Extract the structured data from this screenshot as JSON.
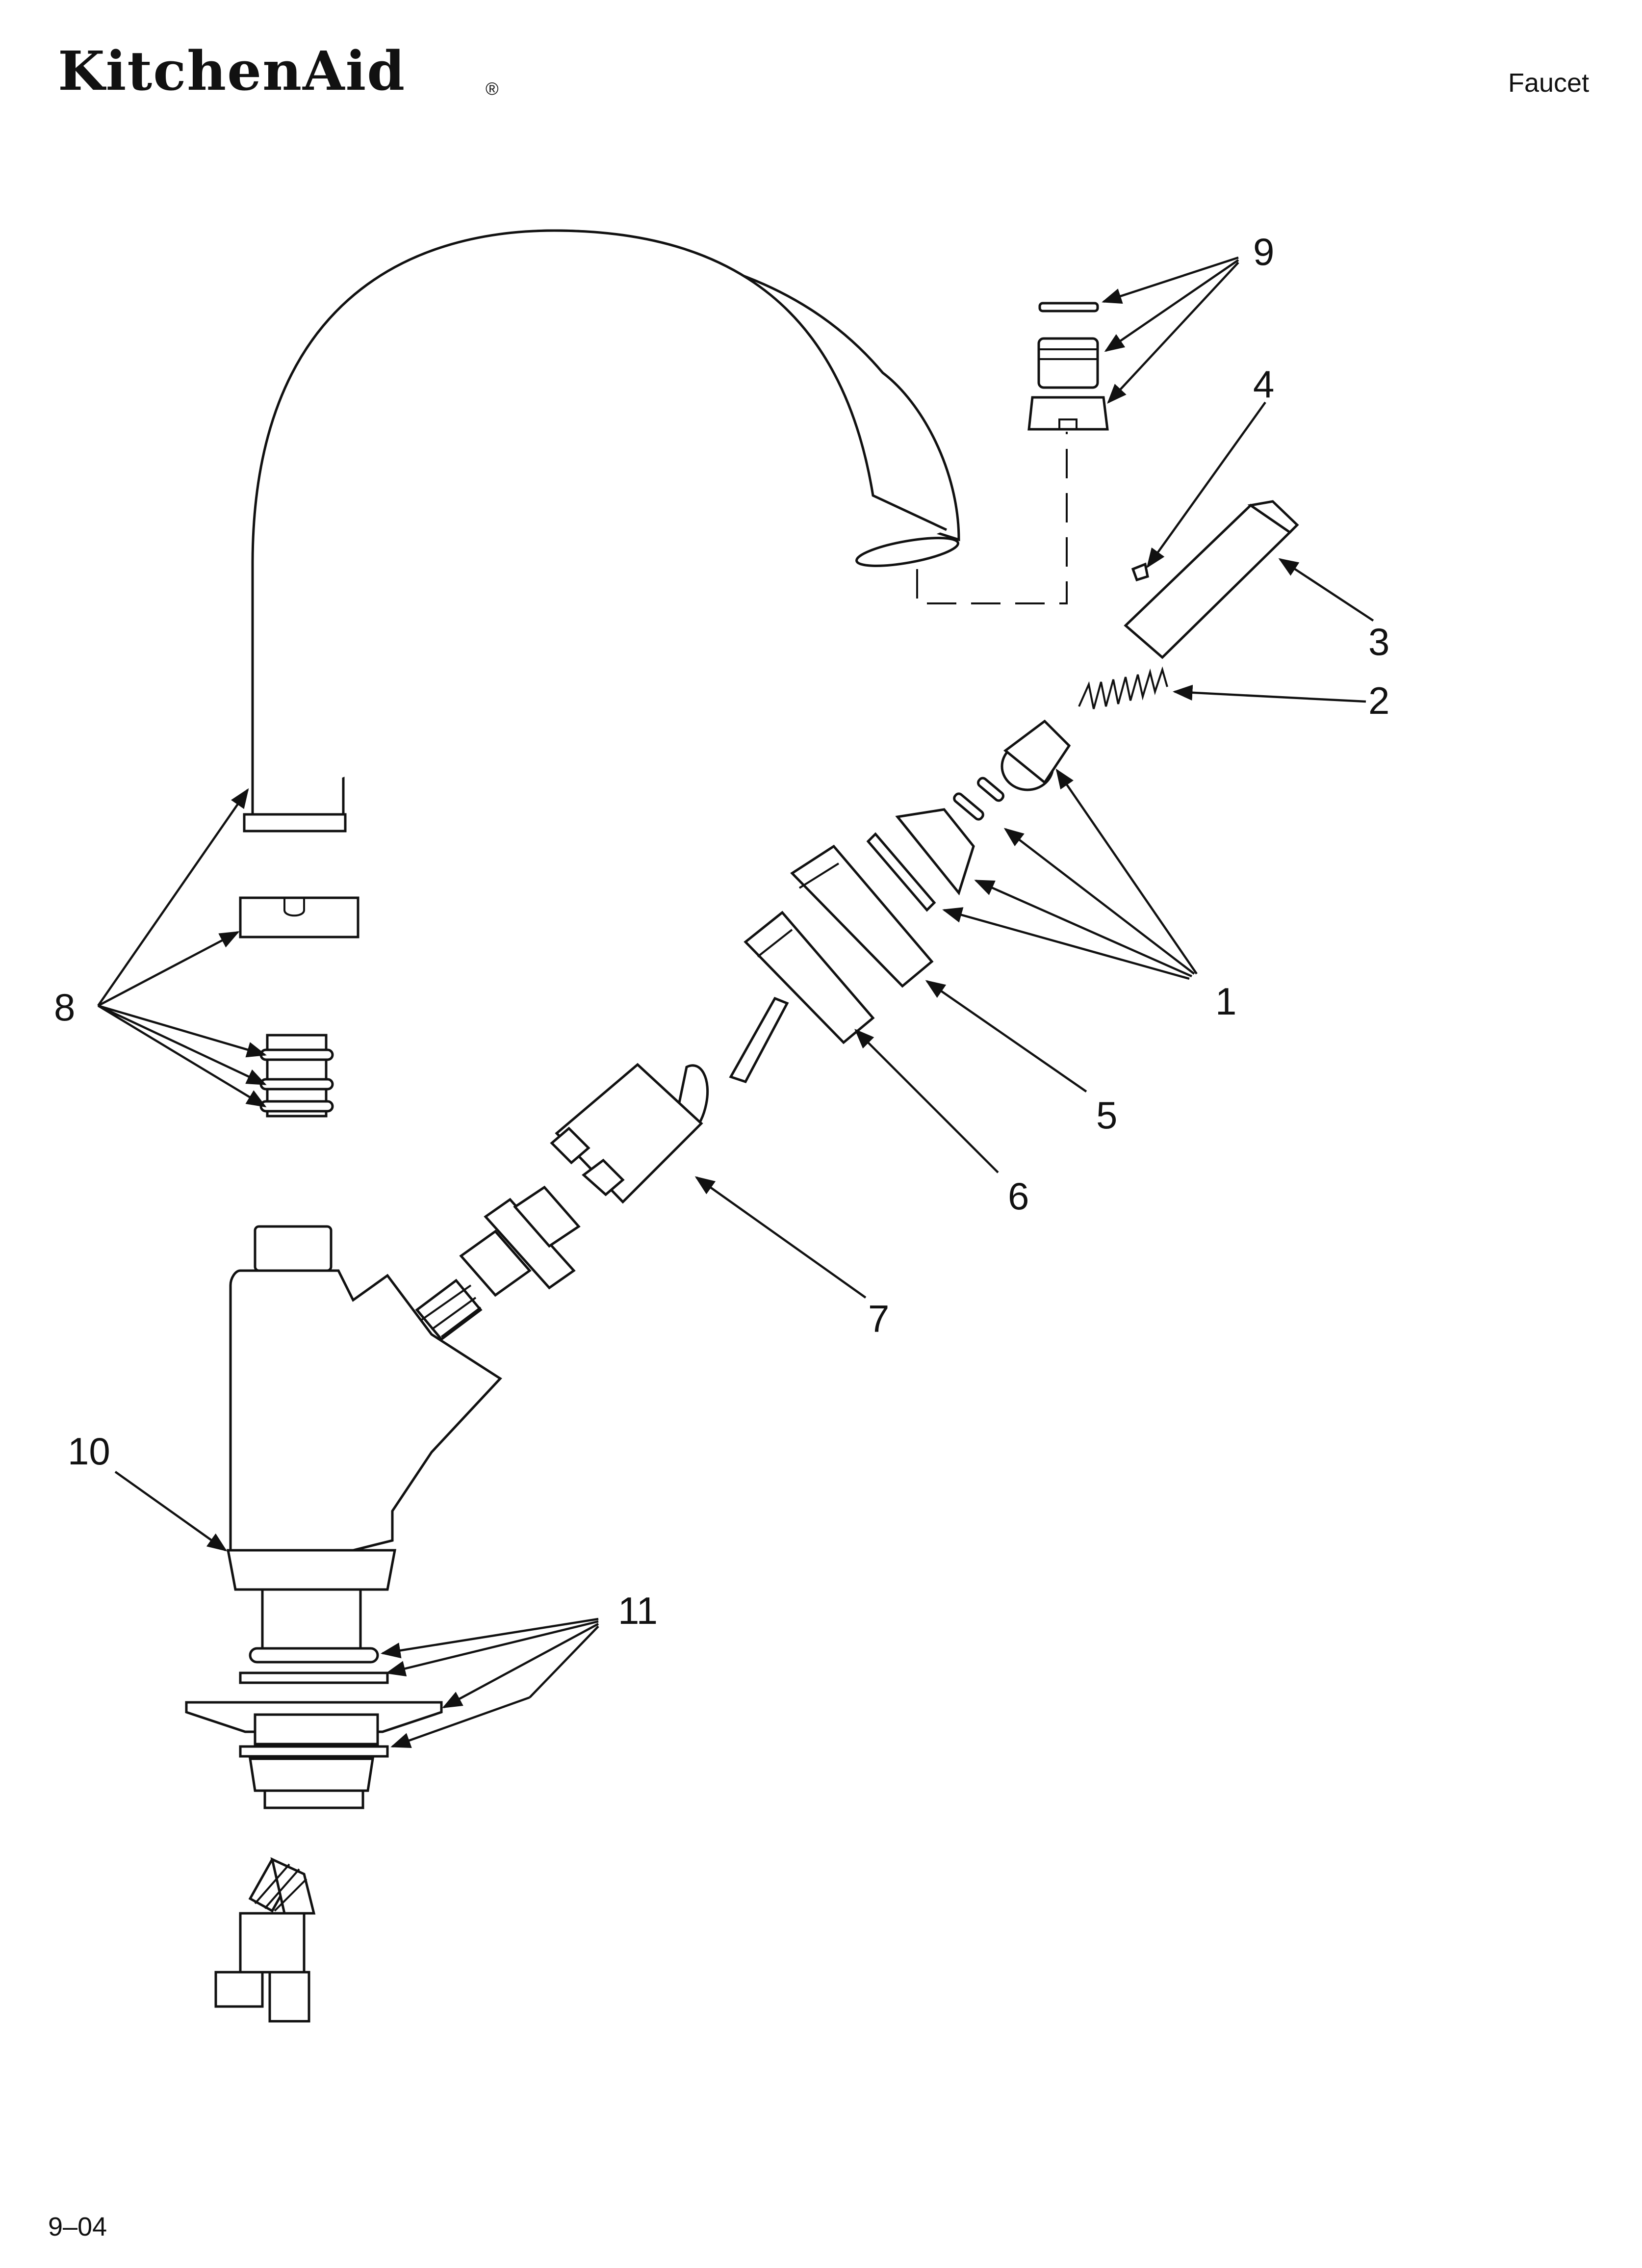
{
  "header": {
    "brand": "KitchenAid",
    "brand_mark": "®",
    "category": "Faucet"
  },
  "footer": {
    "code": "9–04"
  },
  "callouts": [
    "1",
    "2",
    "3",
    "4",
    "5",
    "6",
    "7",
    "8",
    "9",
    "10",
    "11"
  ]
}
